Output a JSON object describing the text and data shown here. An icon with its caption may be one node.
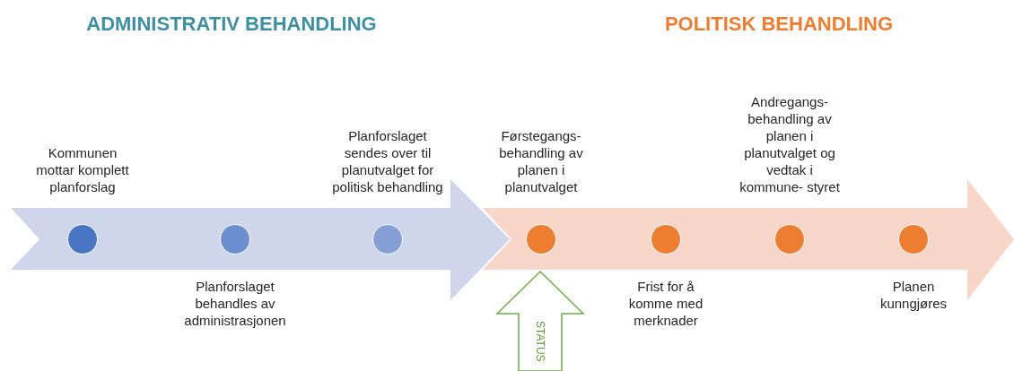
{
  "diagram": {
    "nodes": [
      {
        "text": [],
        "shape": "arrow"
      },
      {
        "text": [],
        "shape": "circle",
        "in": 0,
        "beside": [
          "Kommunen mottar komplett planforslag"
        ]
      },
      {
        "text": [],
        "shape": "circle",
        "in": 0,
        "beside": [
          "Planforslaget behandles av administrasjonen"
        ]
      },
      {
        "text": [],
        "shape": "circle",
        "in": 0,
        "beside": [
          "Planforslaget sendes over til planutvalget for politisk behandling"
        ]
      },
      {
        "text": [],
        "shape": "arrow"
      },
      {
        "text": [],
        "shape": "circle",
        "in": 4,
        "beside": [
          "Førstegangs- behandling av planen i planutvalget"
        ]
      },
      {
        "text": [],
        "shape": "circle",
        "in": 4,
        "beside": [
          "Frist for å komme med merknader"
        ]
      },
      {
        "text": [],
        "shape": "circle",
        "in": 4,
        "beside": [
          "Andregangs- behandling av planen i planutvalget og vedtak i kommune- styret"
        ]
      },
      {
        "text": [],
        "shape": "circle",
        "in": 4,
        "beside": [
          "Planen kunngjøres"
        ]
      },
      {
        "text": [
          "STATUS"
        ]
      }
    ],
    "edges": [],
    "labels": [
      "ADMINISTRATIV BEHANDLING",
      "POLITISK BEHANDLING"
    ]
  }
}
